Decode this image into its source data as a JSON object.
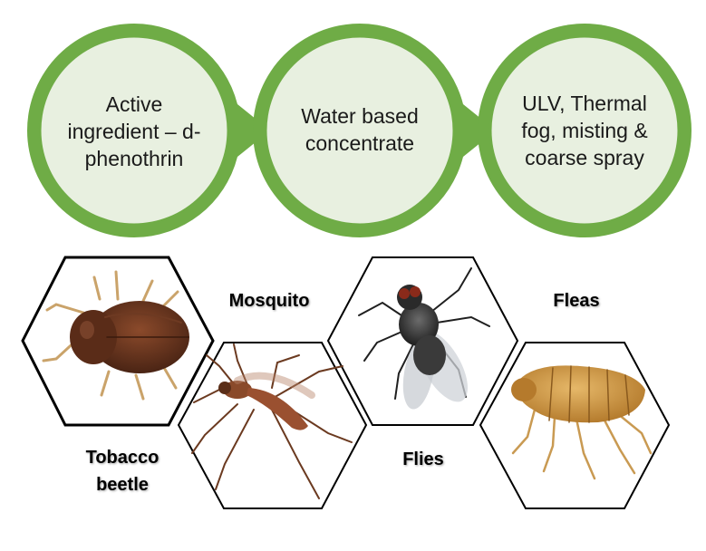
{
  "steps": [
    {
      "text": "Active ingredient – d-phenothrin"
    },
    {
      "text": "Water based concentrate"
    },
    {
      "text": "ULV, Thermal fog, misting & coarse spray"
    }
  ],
  "insects": [
    {
      "label": "Tobacco beetle",
      "icon": "beetle-icon"
    },
    {
      "label": "Mosquito",
      "icon": "mosquito-icon"
    },
    {
      "label": "Flies",
      "icon": "fly-icon"
    },
    {
      "label": "Fleas",
      "icon": "flea-icon"
    }
  ],
  "colors": {
    "circle_fill": "#e8f0e0",
    "circle_stroke": "#6fac46",
    "hexagon_stroke": "#000000"
  }
}
